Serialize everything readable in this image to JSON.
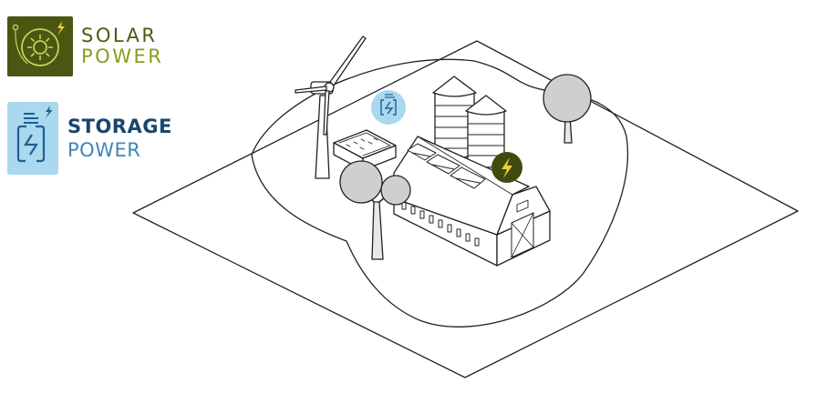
{
  "legend": {
    "solar": {
      "line1": "SOLAR",
      "line2": "POWER",
      "icon": "sun-icon",
      "color_dark": "#4f5b12",
      "color_light": "#8e9a1f"
    },
    "storage": {
      "line1": "STORAGE",
      "line2": "POWER",
      "icon": "battery-icon",
      "color_dark": "#17466f",
      "color_light": "#3f86b8",
      "badge_color": "#a9d8ef"
    }
  },
  "scene": {
    "elements": [
      "ground-plot",
      "wind-turbine",
      "storage-unit",
      "battery-marker",
      "grain-silos",
      "barn",
      "solar-panels",
      "solar-marker",
      "trees"
    ]
  }
}
